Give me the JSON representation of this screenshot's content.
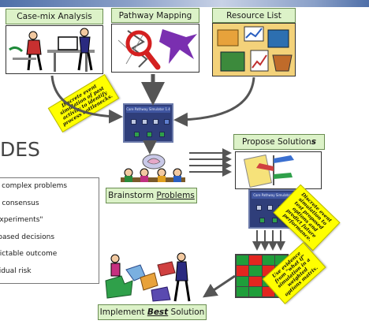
{
  "labels": {
    "casemix": "Case-mix Analysis",
    "pathway": "Pathway Mapping",
    "resource": "Resource List",
    "propose_main": "Propose Solution",
    "propose_suffix": "s",
    "brainstorm_main": "Brainstorm ",
    "brainstorm_suffix": "Problems",
    "implement_pre": "Implement ",
    "implement_best": "Best",
    "implement_post": " Solution"
  },
  "title_fragment": "DES",
  "notes": {
    "note1": "Discrete event simulation of past activity to identify process bottlenecks.",
    "note2": "Discrete event simulation to test proposed options and predict future performance.",
    "note3": "Use evidence from \"what if\" simulation in a weighted options matrix."
  },
  "bullets": [
    "y complex problems",
    "e consensus",
    "experiments\"",
    "-based decisions",
    "dictable outcome",
    "sidual risk"
  ],
  "sim_titlebar": "Care Pathway Simulator 1.4",
  "colors": {
    "label_fill": "#dcf2c8",
    "note_fill": "#ffff00",
    "arrow": "#555555",
    "matrix_green": "#1f9e3a",
    "matrix_red": "#e3261f"
  }
}
